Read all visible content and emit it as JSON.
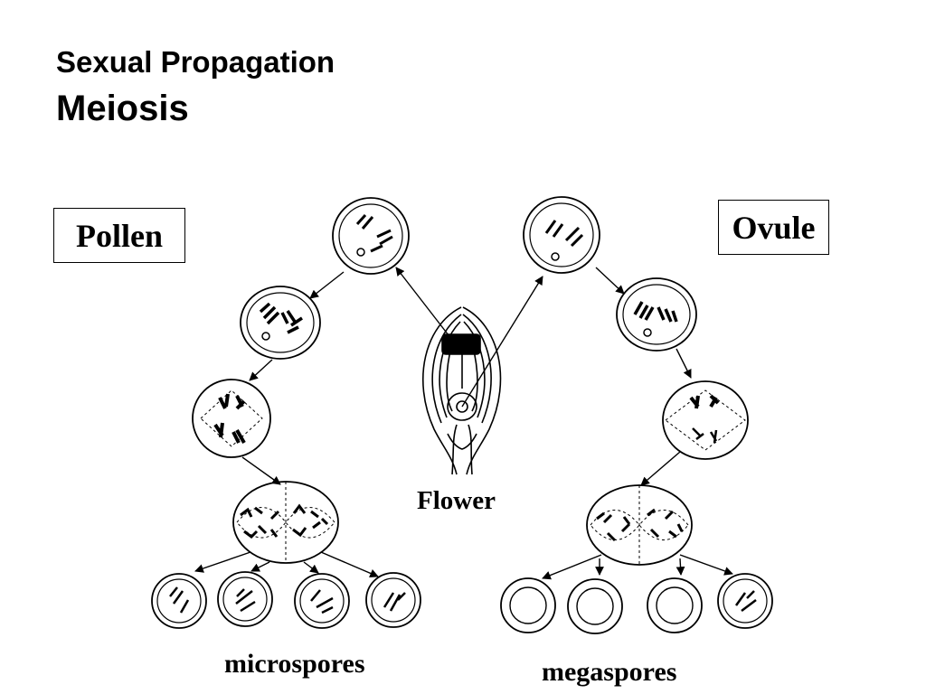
{
  "slide": {
    "title": "Sexual Propagation",
    "subtitle": "Meiosis"
  },
  "labels": {
    "pollen": "Pollen",
    "ovule": "Ovule",
    "flower": "Flower",
    "microspores": "microspores",
    "megaspores": "megaspores"
  }
}
